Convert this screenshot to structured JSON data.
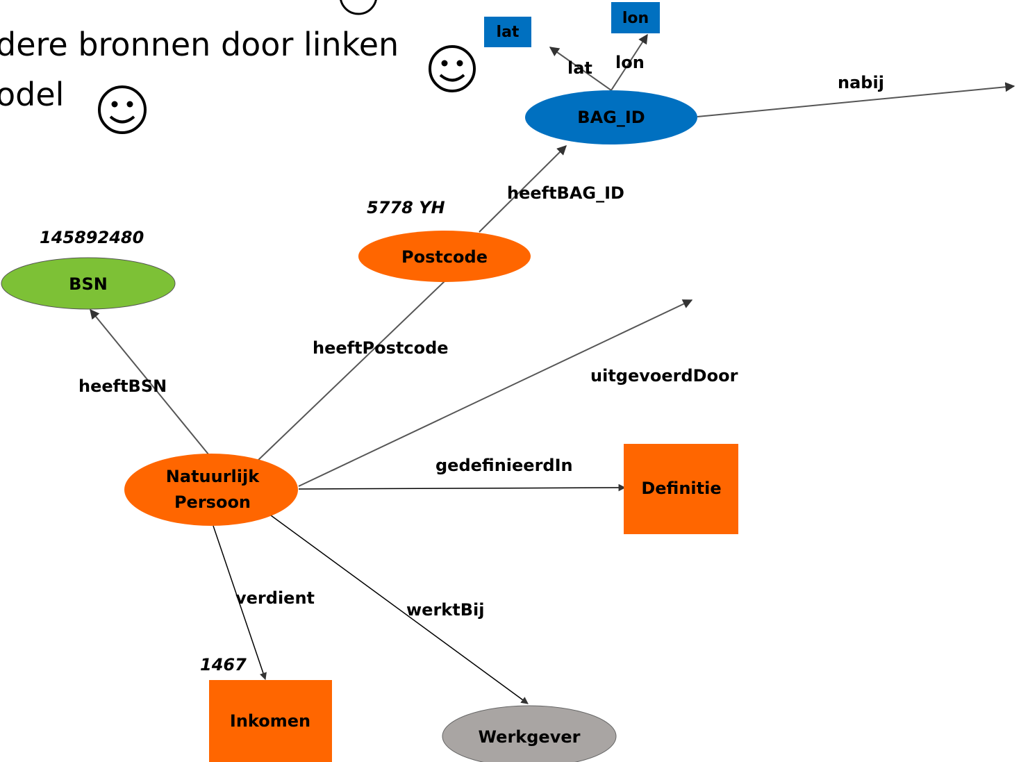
{
  "bullets": {
    "line1": "dere bronnen door linken",
    "line2": "odel"
  },
  "smiley_icon": "smiley-face-icon",
  "nodes": {
    "bag_id": "BAG_ID",
    "lat": "lat",
    "lon": "lon",
    "postcode": "Postcode",
    "bsn": "BSN",
    "natuurlijk_persoon_line1": "Natuurlijk",
    "natuurlijk_persoon_line2": "Persoon",
    "definitie": "Definitie",
    "inkomen": "Inkomen",
    "werkgever": "Werkgever"
  },
  "values": {
    "postcode": "5778 YH",
    "bsn": "145892480",
    "inkomen": "1467"
  },
  "edges": {
    "lat": "lat",
    "lon": "lon",
    "nabij": "nabij",
    "heeft_bag_id": "heeftBAG_ID",
    "heeft_postcode": "heeftPostcode",
    "heeft_bsn": "heeftBSN",
    "uitgevoerd_door": "uitgevoerdDoor",
    "gedefinieerd_in": "gedefinieerdIn",
    "verdient": "verdient",
    "werkt_bij": "werktBij"
  },
  "colors": {
    "orange": "#FF6600",
    "blue": "#0070C0",
    "green": "#7DC136",
    "gray": "#A9A5A3"
  }
}
